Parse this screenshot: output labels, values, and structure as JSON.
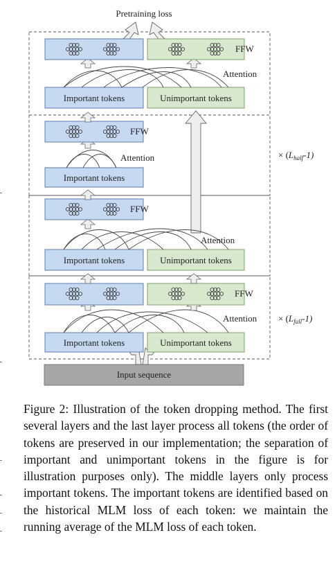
{
  "figure": {
    "pretraining_label": "Pretraining loss",
    "input_label": "Input sequence",
    "important_label": "Important tokens",
    "unimportant_label": "Unimportant tokens",
    "ffw_label": "FFW",
    "attention_label": "Attention",
    "repeat_half": {
      "prefix": "× (",
      "var": "L",
      "sub": "half",
      "suffix": "-1)"
    },
    "repeat_full": {
      "prefix": "× (",
      "var": "L",
      "sub": "full",
      "suffix": "-1)"
    },
    "colors": {
      "important_fill": "#c6d9f1",
      "important_stroke": "#4f6fa8",
      "unimportant_fill": "#d8e8cf",
      "unimportant_stroke": "#6f9a5a",
      "input_fill": "#a6a6a6",
      "arrow_fill": "#eeeeee"
    }
  },
  "caption": {
    "label": "Figure 2:",
    "text": "Illustration of the token dropping method. The first several layers and the last layer process all tokens (the order of tokens are preserved in our implementation; the separation of important and unimportant tokens in the figure is for illustration purposes only). The middle layers only process important tokens. The important tokens are identified based on the historical MLM loss of each token: we maintain the running average of the MLM loss of each token."
  }
}
